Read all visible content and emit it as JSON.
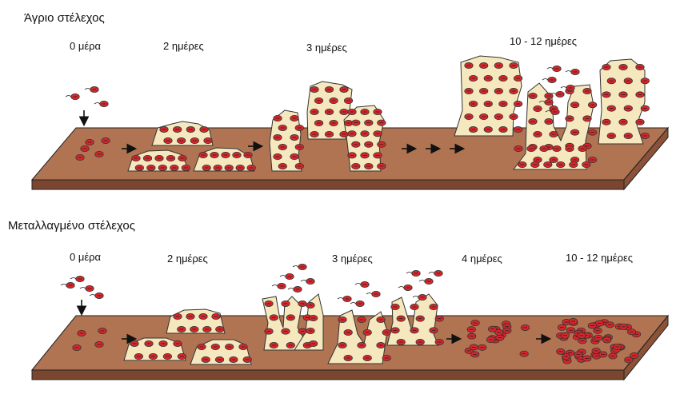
{
  "panels": [
    {
      "title": "Άγριο στέλεχος",
      "stages": [
        "0 μέρα",
        "2 ημέρες",
        "3 ημέρες",
        "10 - 12 ημέρες"
      ]
    },
    {
      "title": "Μεταλλαγμένο στέλεχος",
      "stages": [
        "0 μέρα",
        "2 ημέρες",
        "3 ημέρες",
        "4 ημέρες",
        "10 - 12 ημέρες"
      ]
    }
  ],
  "colors": {
    "surface_top": "#b07453",
    "surface_edge": "#7a4630",
    "aggregate": "#f5e8bf",
    "cell": "#d9262b",
    "outline": "#222222"
  }
}
